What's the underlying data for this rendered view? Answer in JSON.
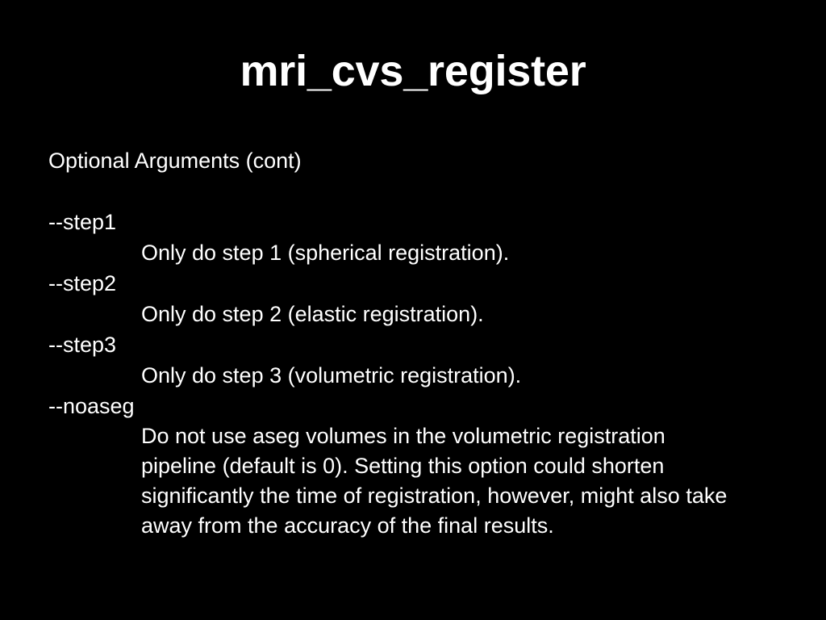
{
  "slide": {
    "background_color": "#000000",
    "text_color": "#ffffff",
    "title": "mri_cvs_register",
    "section_heading": "Optional Arguments (cont)",
    "entries": [
      {
        "flag": "--step1",
        "description": "Only do step 1 (spherical registration)."
      },
      {
        "flag": "--step2",
        "description": "Only do step 2 (elastic registration)."
      },
      {
        "flag": "--step3",
        "description": "Only do step 3 (volumetric registration)."
      },
      {
        "flag": "--noaseg",
        "description": "Do not use aseg volumes in the volumetric registration pipeline (default is 0). Setting this option could shorten significantly the time of registration, however, might also take away from the accuracy of the final results."
      }
    ]
  }
}
